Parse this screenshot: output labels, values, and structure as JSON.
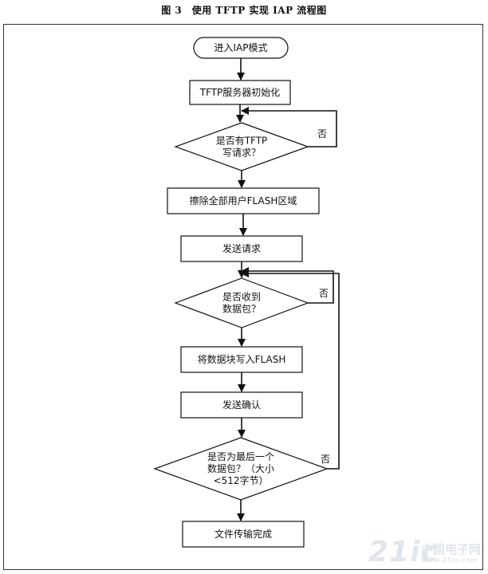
{
  "caption": "图 3　使用 TFTP 实现 IAP 流程图",
  "nodes": [
    {
      "id": "start",
      "kind": "terminal",
      "lines": [
        "进入IAP模式"
      ]
    },
    {
      "id": "init",
      "kind": "process",
      "lines": [
        "TFTP服务器初始化"
      ]
    },
    {
      "id": "check-write-request",
      "kind": "decision",
      "lines": [
        "是否有TFTP",
        "写请求？"
      ]
    },
    {
      "id": "erase-flash",
      "kind": "process",
      "lines": [
        "擦除全部用户FLASH区域"
      ]
    },
    {
      "id": "send-request",
      "kind": "process",
      "lines": [
        "发送请求"
      ]
    },
    {
      "id": "check-received",
      "kind": "decision",
      "lines": [
        "是否收到",
        "数据包？"
      ]
    },
    {
      "id": "write-flash",
      "kind": "process",
      "lines": [
        "将数据块写入FLASH"
      ]
    },
    {
      "id": "send-ack",
      "kind": "process",
      "lines": [
        "发送确认"
      ]
    },
    {
      "id": "check-last-packet",
      "kind": "decision",
      "lines": [
        "是否为最后一个",
        "数据包？（大小",
        "<512字节）"
      ]
    },
    {
      "id": "transfer-complete",
      "kind": "process",
      "lines": [
        "文件传输完成"
      ]
    }
  ],
  "edges": [
    {
      "from": "start",
      "to": "init"
    },
    {
      "from": "init",
      "to": "check-write-request"
    },
    {
      "from": "check-write-request",
      "to": "erase-flash"
    },
    {
      "from": "check-write-request",
      "to": "check-write-request",
      "label": "否"
    },
    {
      "from": "erase-flash",
      "to": "send-request"
    },
    {
      "from": "send-request",
      "to": "check-received"
    },
    {
      "from": "check-received",
      "to": "check-received",
      "label": "否"
    },
    {
      "from": "check-received",
      "to": "write-flash"
    },
    {
      "from": "write-flash",
      "to": "send-ack"
    },
    {
      "from": "send-ack",
      "to": "check-last-packet"
    },
    {
      "from": "check-last-packet",
      "to": "check-received",
      "label": "否"
    },
    {
      "from": "check-last-packet",
      "to": "transfer-complete"
    }
  ],
  "watermark": {
    "latin": "21ic",
    "cjk": "中国电子网",
    "sub": "www.21ic.com"
  }
}
